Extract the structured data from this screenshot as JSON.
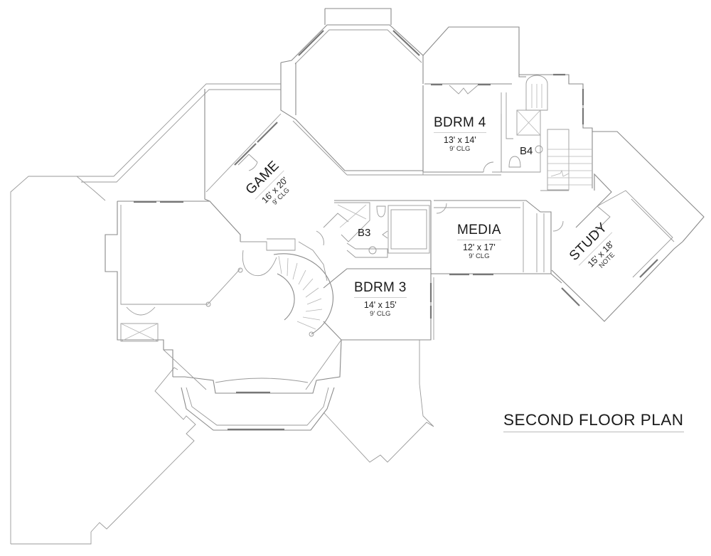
{
  "plan": {
    "title": "SECOND FLOOR PLAN",
    "rooms": [
      {
        "id": "game",
        "name": "GAME",
        "dimensions": "16' x 20'",
        "ceiling": "9' CLG",
        "rotation_deg": -45
      },
      {
        "id": "bdrm4",
        "name": "BDRM 4",
        "dimensions": "13' x 14'",
        "ceiling": "9' CLG",
        "rotation_deg": 0
      },
      {
        "id": "bdrm3",
        "name": "BDRM 3",
        "dimensions": "14' x 15'",
        "ceiling": "9' CLG",
        "rotation_deg": 0
      },
      {
        "id": "media",
        "name": "MEDIA",
        "dimensions": "12' x 17'",
        "ceiling": "9' CLG",
        "rotation_deg": 0
      },
      {
        "id": "study",
        "name": "STUDY",
        "dimensions": "15' x 18'",
        "ceiling": "NOTE",
        "rotation_deg": -45
      }
    ],
    "baths": [
      {
        "id": "b3",
        "name": "B3"
      },
      {
        "id": "b4",
        "name": "B4"
      }
    ],
    "colors": {
      "linework": "#8a8a8a",
      "text": "#1a1a1a",
      "background": "#ffffff"
    }
  }
}
